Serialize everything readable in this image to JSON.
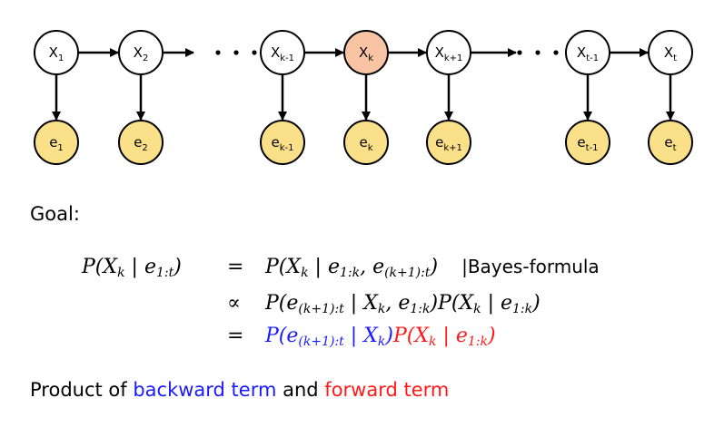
{
  "diagram": {
    "hidden_nodes": [
      {
        "base": "X",
        "sub": "1"
      },
      {
        "base": "X",
        "sub": "2"
      },
      {
        "base": "X",
        "sub": "k-1"
      },
      {
        "base": "X",
        "sub": "k"
      },
      {
        "base": "X",
        "sub": "k+1"
      },
      {
        "base": "X",
        "sub": "t-1"
      },
      {
        "base": "X",
        "sub": "t"
      }
    ],
    "evidence_nodes": [
      {
        "base": "e",
        "sub": "1"
      },
      {
        "base": "e",
        "sub": "2"
      },
      {
        "base": "e",
        "sub": "k-1"
      },
      {
        "base": "e",
        "sub": "k"
      },
      {
        "base": "e",
        "sub": "k+1"
      },
      {
        "base": "e",
        "sub": "t-1"
      },
      {
        "base": "e",
        "sub": "t"
      }
    ],
    "ellipsis": "· · ·",
    "colors": {
      "hidden_fill": "#ffffff",
      "highlight_fill": "#f8c4a4",
      "evidence_fill": "#fbe08a",
      "stroke": "#000000"
    }
  },
  "goal_label": "Goal:",
  "equations": {
    "line1": {
      "lhs": "P(X",
      "lhs_sub": "k",
      "lhs_mid": " | e",
      "lhs_sub2": "1:t",
      "lhs_end": ")",
      "op": "=",
      "rhs_a": "P(X",
      "rhs_sub1": "k",
      "rhs_b": " | e",
      "rhs_sub2": "1:k",
      "rhs_c": ", e",
      "rhs_sub3": "(k+1):t",
      "rhs_d": ")",
      "note": "|Bayes-formula"
    },
    "line2": {
      "op": "∝",
      "rhs_a": "P(e",
      "rhs_sub1": "(k+1):t",
      "rhs_b": " | X",
      "rhs_sub2": "k",
      "rhs_c": ", e",
      "rhs_sub3": "1:k",
      "rhs_d": ")P(X",
      "rhs_sub4": "k",
      "rhs_e": " | e",
      "rhs_sub5": "1:k",
      "rhs_f": ")"
    },
    "line3": {
      "op": "=",
      "blue_a": "P(e",
      "blue_sub1": "(k+1):t",
      "blue_b": " | X",
      "blue_sub2": "k",
      "blue_c": ")",
      "red_a": "P(X",
      "red_sub1": "k",
      "red_b": " | e",
      "red_sub2": "1:k",
      "red_c": ")"
    }
  },
  "summary": {
    "prefix": "Product of ",
    "backward": "backward term",
    "middle": " and ",
    "forward": "forward term"
  }
}
